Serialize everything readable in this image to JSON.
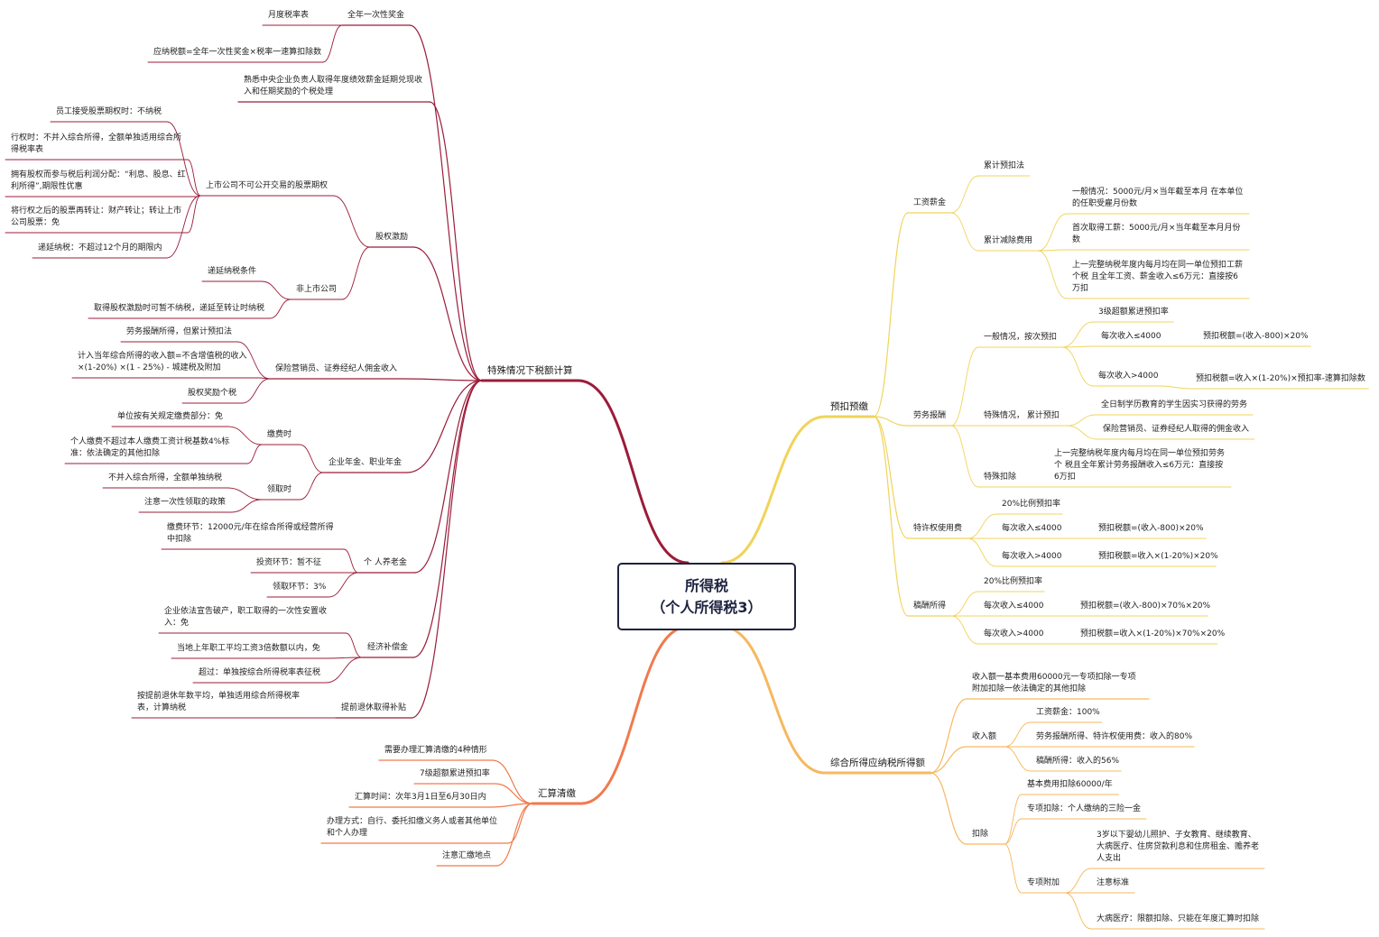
{
  "center": {
    "line1": "所得税",
    "line2": "（个人所得税3）"
  },
  "colors": {
    "special": "#9b1c3a",
    "prepay": "#f0d45a",
    "settle": "#f07a4c",
    "comprehensive": "#f6b85f",
    "center_border": "#1e2340"
  },
  "texts": {
    "s_title": "特殊情况下税额计算",
    "s_bonus": "全年一次性奖金",
    "s_bonus_rate": "月度税率表",
    "s_bonus_formula": "应纳税额=全年一次性奖金×税率一速算扣除数",
    "s_central": "熟悉中央企业负责人取得年度绩效薪金延期兑现收入和任期奖励的个税处理",
    "s_equity": "股权激励",
    "s_listed": "上市公司不可公开交易的股票期权",
    "s_listed_1": "员工接受股票期权时：不纳税",
    "s_listed_2": "行权时：不并入综合所得，全额单独适用综合所得税率表",
    "s_listed_3": "拥有股权而参与税后利润分配：“利息、股息、红利所得”,期限性优惠",
    "s_listed_4": "将行权之后的股票再转让：财产转让；转让上市公司股票：免",
    "s_listed_5": "递延纳税：不超过12个月的期限内",
    "s_unlisted": "非上市公司",
    "s_unlisted_1": "递延纳税条件",
    "s_unlisted_2": "取得股权激励时可暂不纳税，递延至转让时纳税",
    "s_insurance": "保险营销员、证券经纪人佣金收入",
    "s_ins_1": "劳务报酬所得，但累计预扣法",
    "s_ins_2": "计入当年综合所得的收入额=不含增值税的收入×(1-20%) ×(1 - 25%) - 城建税及附加",
    "s_ins_3": "股权奖励个税",
    "s_annuity": "企业年金、职业年金",
    "s_pay": "缴费时",
    "s_pay_1": "单位按有关规定缴费部分：免",
    "s_pay_2": "个人缴费不超过本人缴费工资计税基数4%标准：依法确定的其他扣除",
    "s_get": "领取时",
    "s_get_1": "不并入综合所得，全额单独纳税",
    "s_get_2": "注意一次性领取的政策",
    "s_pension": "个 人养老金",
    "s_pen_1": "缴费环节：12000元/年在综合所得或经营所得中扣除",
    "s_pen_2": "投资环节：暂不征",
    "s_pen_3": "领取环节：3%",
    "s_comp": "经济补偿金",
    "s_comp_1": "企业依法宣告破产，职工取得的一次性安置收入：免",
    "s_comp_2": "当地上年职工平均工资3倍数额以内，免",
    "s_comp_3": "超过：单独按综合所得税率表征税",
    "s_retire": "提前退休取得补贴",
    "s_retire_1": "按提前退休年数平均，单独适用综合所得税率表，计算纳税",
    "h_title": "汇算清缴",
    "h_1": "需要办理汇算清缴的4种情形",
    "h_2": "7级超额累进预扣率",
    "h_3": "汇算时间：次年3月1日至6月30日内",
    "h_4": "办理方式：自行、委托扣缴义务人或者其他单位和个人办理",
    "h_5": "注意汇缴地点",
    "p_title": "预扣预缴",
    "p_wage": "工资薪金",
    "p_wage_1": "累计预扣法",
    "p_wage_2": "累计减除费用",
    "p_wage_2a": "一般情况：5000元/月×当年截至本月 在本单位的任职受雇月份数",
    "p_wage_2b": "首次取得工薪：5000元/月×当年截至本月月份数",
    "p_wage_2c": "上一完整纳税年度内每月均在同一单位预扣工薪个税 且全年工资、薪金收入≤6万元：直接按6万扣",
    "p_labor": "劳务报酬",
    "p_lab_gen": "一般情况，按次预扣",
    "p_lab_gen_1": "3级超额累进预扣率",
    "p_lab_gen_2": "每次收入≤4000",
    "p_lab_gen_2a": "预扣税额=(收入-800)×20%",
    "p_lab_gen_3": "每次收入>4000",
    "p_lab_gen_3a": "预扣税额=收入×(1-20%)×预扣率-速算扣除数",
    "p_lab_sp": "特殊情况， 累计预扣",
    "p_lab_sp_1": "全日制学历教育的学生因实习获得的劳务",
    "p_lab_sp_2": "保险营销员、证券经纪人取得的佣金收入",
    "p_lab_ded": "特殊扣除",
    "p_lab_ded_1": "上一完整纳税年度内每月均在同一单位预扣劳务个 税且全年累计劳务报酬收入≤6万元：直接按6万扣",
    "p_royalty": "特许权使用费",
    "p_roy_1": "20%比例预扣率",
    "p_roy_2": "每次收入≤4000",
    "p_roy_2a": "预扣税额=(收入-800)×20%",
    "p_roy_3": "每次收入>4000",
    "p_roy_3a": "预扣税额=收入×(1-20%)×20%",
    "p_author": "稿酬所得",
    "p_aut_1": "20%比例预扣率",
    "p_aut_2": "每次收入≤4000",
    "p_aut_2a": "预扣税额=(收入-800)×70%×20%",
    "p_aut_3": "每次收入>4000",
    "p_aut_3a": "预扣税额=收入×(1-20%)×70%×20%",
    "c_title": "综合所得应纳税所得额",
    "c_formula": "收入额一基本费用60000元一专项扣除一专项 附加扣除一依法确定的其他扣除",
    "c_income": "收入额",
    "c_inc_1": "工资薪金：100%",
    "c_inc_2": "劳务报酬所得、特许权使用费：收入的80%",
    "c_inc_3": "稿酬所得：收入的56%",
    "c_deduct": "扣除",
    "c_ded_1": "基本费用扣除60000/年",
    "c_ded_2": "专项扣除：个人缴纳的三险一金",
    "c_ded_3": "专项附加",
    "c_ded_3a": "3岁以下婴幼儿照护、子女教育、继续教育、大病医疗、住房贷款利息和住房租金、赡养老人支出",
    "c_ded_3b": "注意标准",
    "c_ded_3c": "大病医疗：限额扣除、只能在年度汇算时扣除"
  }
}
